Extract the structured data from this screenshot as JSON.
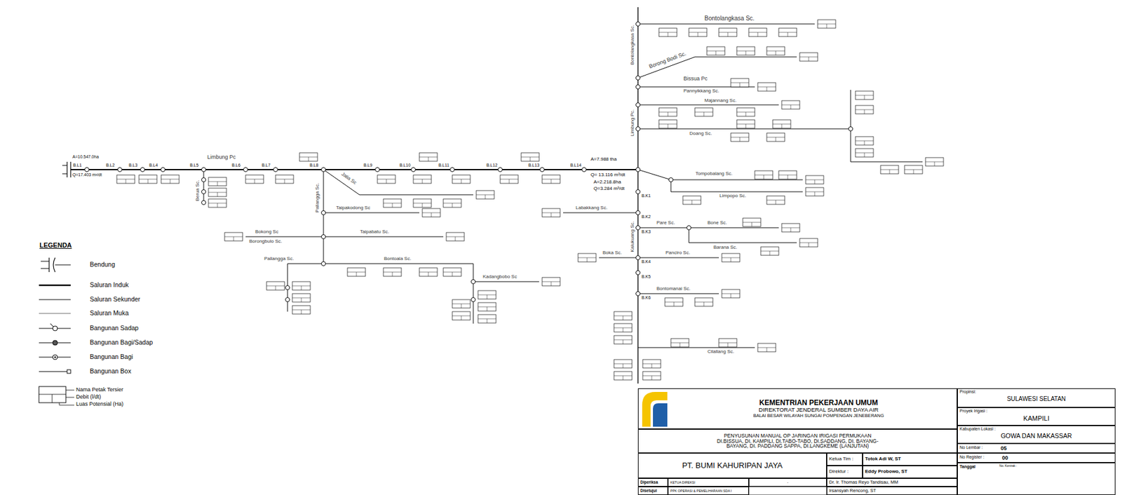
{
  "diagram": {
    "nodes": [
      {
        "text": [
          "KEMENTRIAN PEKERJAAN UMUM",
          "DIREKTORAT JENDERAL SUMBER DAYA AIR",
          "BALAI BESAR WILAYAH SUNGAI POMPENGAN JENEBERANG"
        ]
      },
      {
        "text": [
          "PENYUSUNAN MANUAL OP JARINGAN IRIGASI PERMUKAAN DI.BISSUA, DI. KAMPILI, DI.TABO-TABO, DI.SADDANG, DI. BAYANG-BAYANG, DI. PADDANG SAPPA, DI.LANGKEME (LANJUTAN)"
        ]
      },
      {
        "text": [
          "PT. BUMI KAHURIPAN JAYA"
        ]
      },
      {
        "text": [
          "Ketua Tim :"
        ]
      },
      {
        "text": [
          "Totok Adi W, ST"
        ]
      },
      {
        "text": [
          "Direktur :"
        ]
      },
      {
        "text": [
          "Eddy Probowo, ST"
        ]
      },
      {
        "text": [
          "Diperiksa"
        ]
      },
      {
        "text": [
          "KETUA DIREKSI"
        ]
      },
      {
        "text": [
          "-"
        ]
      },
      {
        "text": [
          "Dr. Ir. Thomas Reyo Tandisau, MM"
        ]
      },
      {
        "text": [
          "Disetujui"
        ]
      },
      {
        "text": [
          "PPK OPERASI & PEMELIHARAAN SDA I"
        ]
      },
      {
        "text": [
          "Irsansyah Rencong, ST"
        ]
      },
      {
        "text": [
          "Propinsi:",
          "SULAWESI SELATAN"
        ]
      },
      {
        "text": [
          "Proyek Irigasi :",
          "KAMPILI"
        ]
      },
      {
        "text": [
          "Kabupaten Lokasi :",
          "GOWA DAN MAKASSAR"
        ]
      },
      {
        "text": [
          "No Lembar :",
          "05"
        ]
      },
      {
        "text": [
          "No Register :",
          "00"
        ]
      },
      {
        "text": [
          "Tanggal",
          "No. Kontrak :"
        ]
      }
    ],
    "labels": [
      "LEGENDA",
      "A=10.547.0ha",
      "Q=17.403 m³/dt",
      "B.L1",
      "B.L2",
      "B.L3",
      "B.L4",
      "B.L5",
      "B.L6",
      "B.L7",
      "B.L8",
      "B.L9",
      "B.L10",
      "B.L11",
      "B.L12",
      "B.L13",
      "B.L14",
      "Limbung Pc",
      "Berua Sc.",
      "Jatia Sc",
      "Pallangga Sc.",
      "Taipakodong Sc",
      "Taipabatu Sc.",
      "Bokong Sc",
      "Borongbulo Sc.",
      "Pallangga Sc.",
      "Bontoala Sc.",
      "Kadangbobo Sc",
      "Kalukuang Sc.",
      "Limbung Pc.",
      "Bontolangkasa Sc.",
      "Bontolangkasa Sc.",
      "Borong Bodi Sc.",
      "Bissua Pc",
      "Pannyikkang Sc.",
      "Majannang Sc.",
      "Doang Sc.",
      "Tompobalang Sc.",
      "Limpopo Sc.",
      "Labakkang Sc.",
      "Pare Sc.",
      "Bone Sc.",
      "Barana Sc.",
      "Panciro Sc.",
      "Boka Sc.",
      "Bontomanai Sc.",
      "Cilallang Sc.",
      "A=7.988 tha",
      "Q= 13.116 m³/dt",
      "A=2.218.8ha",
      "Q=3.284 m³/dt",
      "B.K1",
      "B.K2",
      "B.K3",
      "B.K4",
      "B.K5",
      "B.K6"
    ],
    "legend": [
      {
        "text": "Bendung"
      },
      {
        "text": "Saluran Induk"
      },
      {
        "text": "Saluran Sekunder"
      },
      {
        "text": "Saluran Muka"
      },
      {
        "text": "Bangunan Sadap"
      },
      {
        "text": "Bangunan Bagi/Sadap"
      },
      {
        "text": "Bangunan Bagi"
      },
      {
        "text": "Bangunan Box"
      },
      {
        "text": "Nama Petak Tersier"
      },
      {
        "text": "Debit (l/dt)"
      },
      {
        "text": "Luas Potensial (Ha)"
      }
    ]
  }
}
